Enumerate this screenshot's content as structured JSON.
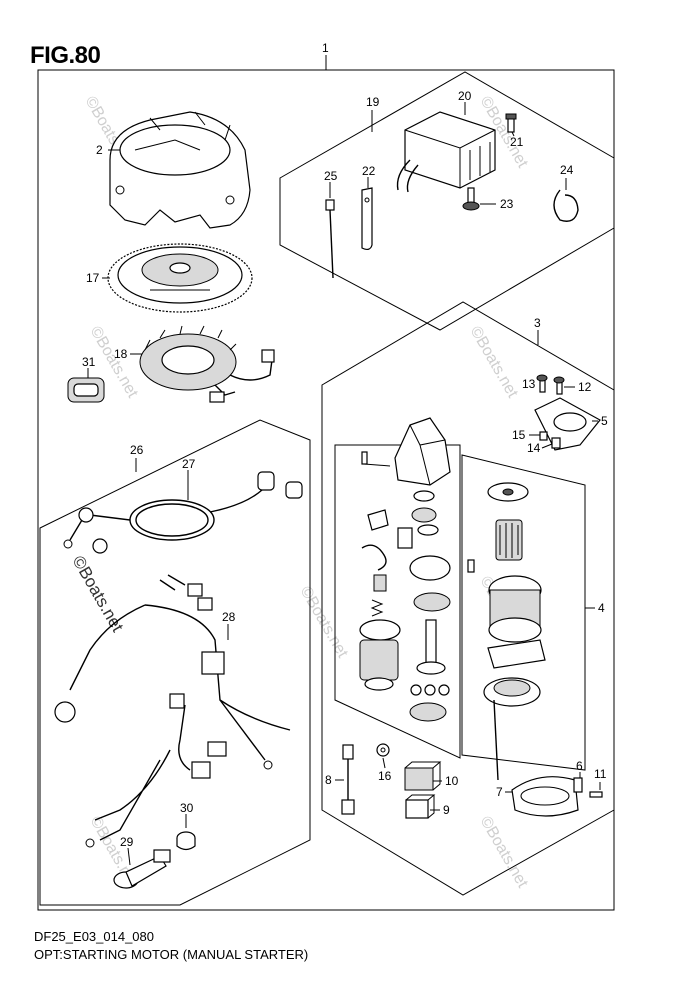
{
  "figure": {
    "title": "FIG.80",
    "code": "DF25_E03_014_080",
    "description": "OPT:STARTING MOTOR (MANUAL STARTER)"
  },
  "watermarks": [
    "©Boats.net",
    "©Boats.net",
    "©Boats.net",
    "©Boats.net",
    "©Boats.net",
    "©Boats.net",
    "©Boats.net",
    "©Boats.net",
    "©Boats.net"
  ],
  "callouts": {
    "p1": "1",
    "p2": "2",
    "p3": "3",
    "p4": "4",
    "p5": "5",
    "p6": "6",
    "p7": "7",
    "p8": "8",
    "p9": "9",
    "p10": "10",
    "p11": "11",
    "p12": "12",
    "p13": "13",
    "p14": "14",
    "p15": "15",
    "p16": "16",
    "p17": "17",
    "p18": "18",
    "p19": "19",
    "p20": "20",
    "p21": "21",
    "p22": "22",
    "p23": "23",
    "p24": "24",
    "p25": "25",
    "p26": "26",
    "p27": "27",
    "p28": "28",
    "p29": "29",
    "p30": "30",
    "p31": "31"
  }
}
